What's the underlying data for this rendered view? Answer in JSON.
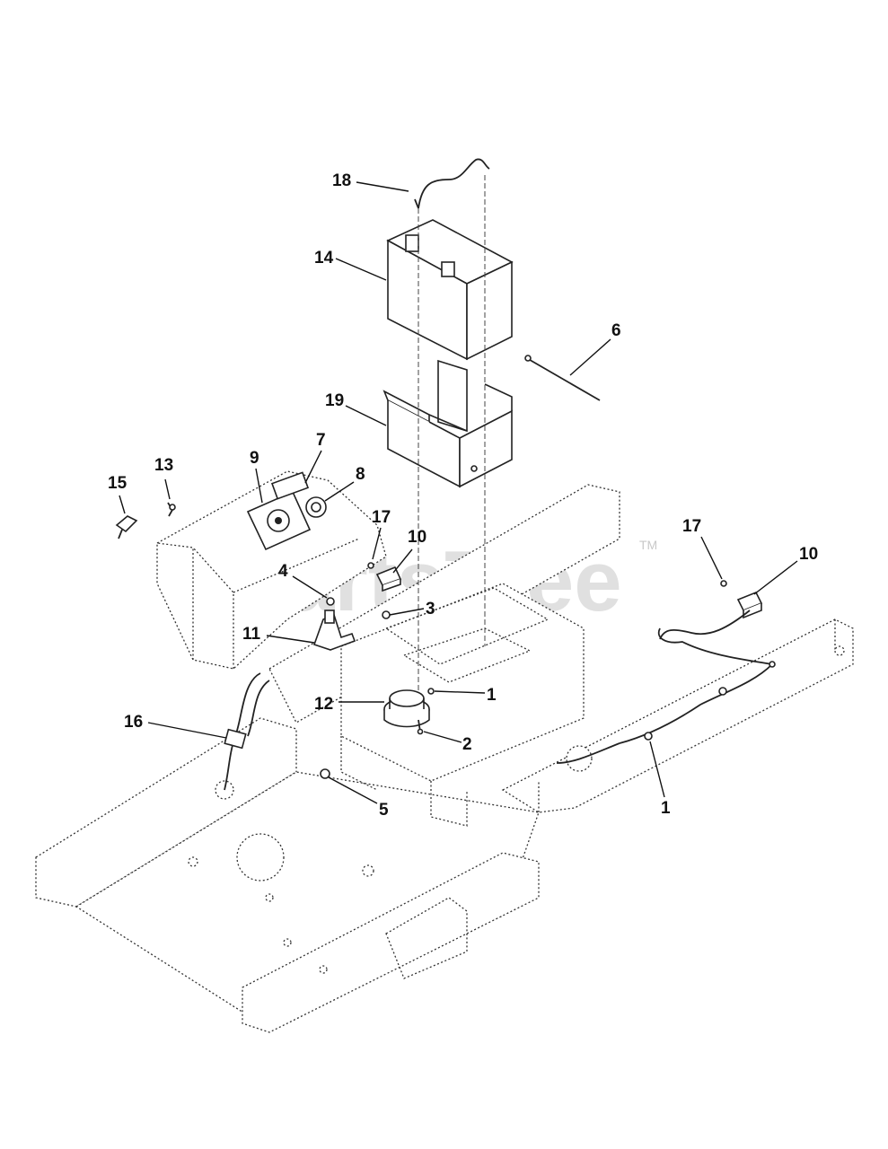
{
  "watermark": {
    "text": "PartsTree",
    "tm": "TM"
  },
  "callouts": [
    {
      "id": "c18",
      "label": "18"
    },
    {
      "id": "c14",
      "label": "14"
    },
    {
      "id": "c6",
      "label": "6"
    },
    {
      "id": "c19",
      "label": "19"
    },
    {
      "id": "c7",
      "label": "7"
    },
    {
      "id": "c9",
      "label": "9"
    },
    {
      "id": "c8",
      "label": "8"
    },
    {
      "id": "c13",
      "label": "13"
    },
    {
      "id": "c15",
      "label": "15"
    },
    {
      "id": "c17a",
      "label": "17"
    },
    {
      "id": "c10a",
      "label": "10"
    },
    {
      "id": "c4",
      "label": "4"
    },
    {
      "id": "c3",
      "label": "3"
    },
    {
      "id": "c11",
      "label": "11"
    },
    {
      "id": "c12",
      "label": "12"
    },
    {
      "id": "c1a",
      "label": "1"
    },
    {
      "id": "c2",
      "label": "2"
    },
    {
      "id": "c16",
      "label": "16"
    },
    {
      "id": "c5",
      "label": "5"
    },
    {
      "id": "c17b",
      "label": "17"
    },
    {
      "id": "c10b",
      "label": "10"
    },
    {
      "id": "c1b",
      "label": "1"
    }
  ]
}
